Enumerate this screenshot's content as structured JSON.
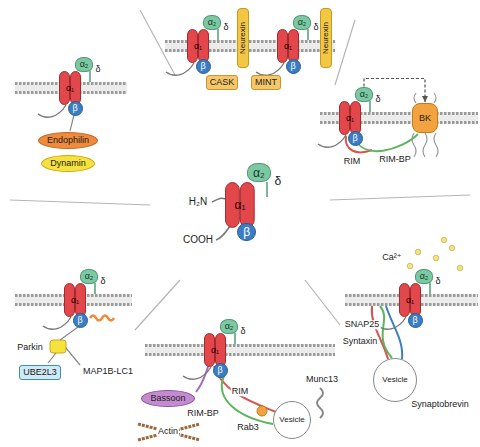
{
  "diagram": {
    "nodes": [
      {
        "text": [
          "α₂"
        ]
      },
      {
        "text": [
          "α₁"
        ]
      },
      {
        "text": [
          "β"
        ]
      },
      {
        "text": [
          "CASK"
        ]
      },
      {
        "text": [
          "MINT"
        ]
      },
      {
        "text": [
          "Neurexin"
        ]
      },
      {
        "text": [
          "α₂"
        ]
      },
      {
        "text": [
          "α₁"
        ]
      },
      {
        "text": [
          "β"
        ]
      },
      {
        "text": [
          "Neurexin"
        ]
      },
      {
        "text": [
          "α₂"
        ]
      },
      {
        "text": [
          "α₁"
        ]
      },
      {
        "text": [
          "β"
        ]
      },
      {
        "text": [
          "Endophilin"
        ]
      },
      {
        "text": [
          "Dynamin"
        ]
      },
      {
        "text": [
          "α₂"
        ]
      },
      {
        "text": [
          "α₁"
        ]
      },
      {
        "text": [
          "β"
        ]
      },
      {
        "text": [
          "BK"
        ]
      },
      {
        "text": [
          "α₂"
        ]
      },
      {
        "text": [
          "α₁"
        ]
      },
      {
        "text": [
          "β"
        ]
      },
      {
        "text": [
          "α₂"
        ]
      },
      {
        "text": [
          "α₁"
        ]
      },
      {
        "text": [
          "β"
        ]
      },
      {
        "text": [
          "UBE2L3"
        ]
      },
      {
        "text": [
          "α₂"
        ]
      },
      {
        "text": [
          "α₁"
        ]
      },
      {
        "text": [
          "β"
        ]
      },
      {
        "text": [
          "Vesicle"
        ]
      },
      {
        "text": [
          "α₂"
        ]
      },
      {
        "text": [
          "α₁"
        ]
      },
      {
        "text": [
          "β"
        ]
      },
      {
        "text": [
          "Bassoon"
        ]
      },
      {
        "text": [
          "Vesicle"
        ]
      }
    ],
    "edges": [
      {
        "from": 15,
        "to": 18,
        "arrow": "to"
      }
    ],
    "labels": [
      "δ",
      "δ",
      "δ",
      "δ",
      "H₂N",
      "COOH",
      "δ",
      "RIM",
      "RIM-BP",
      "δ",
      "Parkin",
      "MAP1B-LC1",
      "Ca²⁺",
      "δ",
      "SNAP25",
      "Syntaxin",
      "Synaptobrevin",
      "δ",
      "Actin",
      "RIM",
      "RIM-BP",
      "Rab3",
      "Munc13"
    ]
  }
}
